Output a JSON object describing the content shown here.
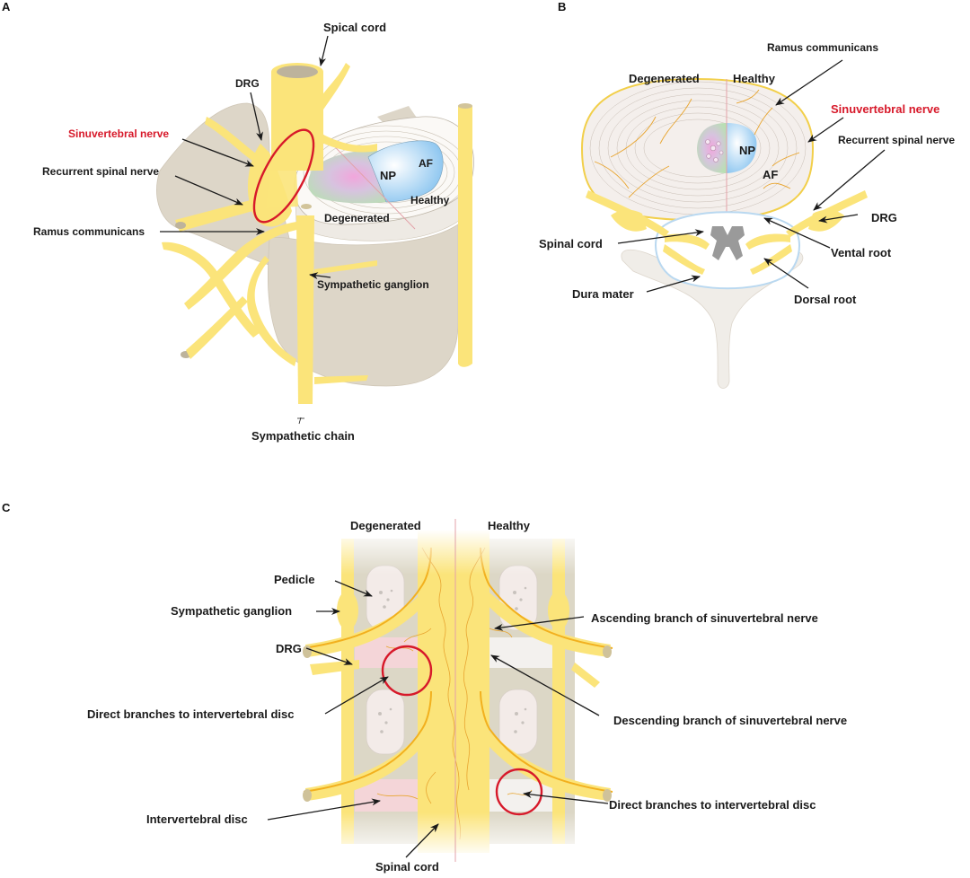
{
  "colors": {
    "nerve": "#fbe47a",
    "nerve_dark": "#f2b01e",
    "bone": "#ddd6c8",
    "bone_light": "#f0ede8",
    "highlight_ring": "#d7192a",
    "np_healthy": "#8cc6ef",
    "np_degenerated": "#b9dfb4",
    "dura": "#b9d8f0",
    "gray_matter": "#9a9a9a",
    "midline": "#e3a1a8"
  },
  "panels": {
    "A": {
      "label": "A",
      "labels": {
        "spinal_cord": "Spical cord",
        "drg": "DRG",
        "sinuvertebral_nerve": "Sinuvertebral nerve",
        "recurrent_spinal_nerve": "Recurrent spinal nerve",
        "ramus_communicans": "Ramus communicans",
        "sympathetic_ganglion": "Sympathetic ganglion",
        "sympathetic_chain": "Sympathetic chain",
        "np": "NP",
        "af": "AF",
        "healthy": "Healthy",
        "degenerated": "Degenerated"
      }
    },
    "B": {
      "label": "B",
      "labels": {
        "degenerated": "Degenerated",
        "healthy": "Healthy",
        "ramus_communicans": "Ramus communicans",
        "sinuvertebral_nerve": "Sinuvertebral nerve",
        "recurrent_spinal_nerve": "Recurrent spinal nerve",
        "np": "NP",
        "af": "AF",
        "drg": "DRG",
        "spinal_cord": "Spinal cord",
        "ventral_root": "Vental root",
        "dura_mater": "Dura mater",
        "dorsal_root": "Dorsal root"
      }
    },
    "C": {
      "label": "C",
      "labels": {
        "degenerated": "Degenerated",
        "healthy": "Healthy",
        "pedicle": "Pedicle",
        "sympathetic_ganglion": "Sympathetic ganglion",
        "drg": "DRG",
        "direct_branches_left": "Direct branches to intervertebral disc",
        "intervertebral_disc": "Intervertebral disc",
        "spinal_cord": "Spinal cord",
        "ascending_branch": "Ascending branch of sinuvertebral nerve",
        "descending_branch": "Descending branch of sinuvertebral nerve",
        "direct_branches_right": "Direct branches to intervertebral disc"
      }
    }
  }
}
